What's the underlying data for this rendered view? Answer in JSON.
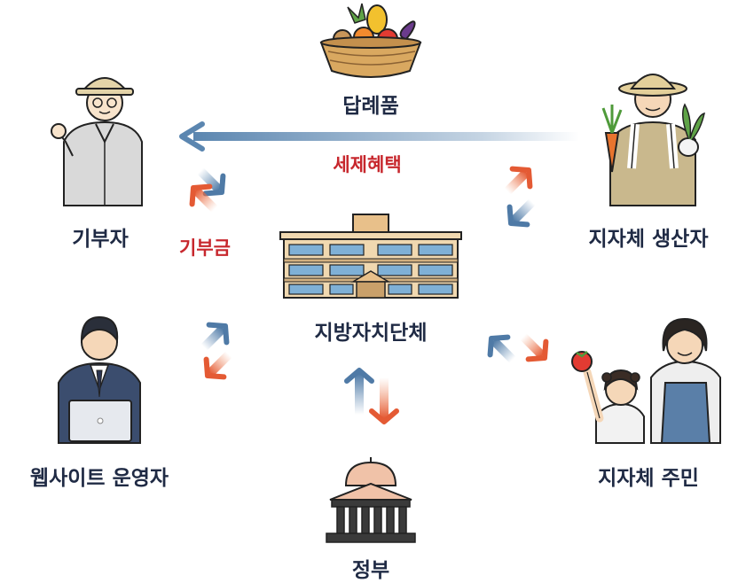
{
  "nodes": {
    "gift": {
      "label": "답례품"
    },
    "donor": {
      "label": "기부자"
    },
    "producer": {
      "label": "지자체 생산자"
    },
    "local_gov": {
      "label": "지방자치단체"
    },
    "operator": {
      "label": "웹사이트 운영자"
    },
    "resident": {
      "label": "지자체 주민"
    },
    "government": {
      "label": "정부"
    }
  },
  "edges": {
    "tax_benefit": {
      "label": "세제혜택"
    },
    "donation": {
      "label": "기부금"
    }
  },
  "colors": {
    "blue_arrow": "#5b86b0",
    "red_arrow": "#e8623d",
    "text_dark": "#1f2a44",
    "text_red": "#c7272d"
  }
}
